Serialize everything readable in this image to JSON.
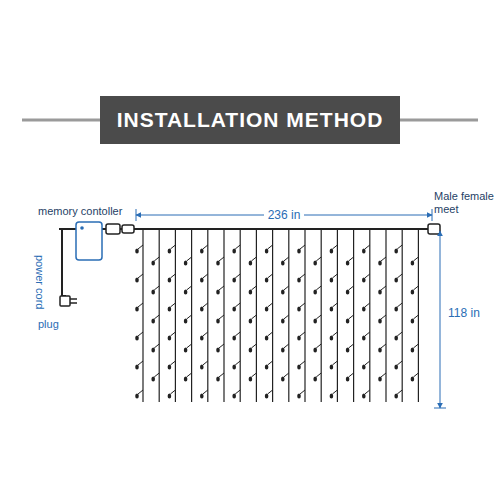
{
  "diagram": {
    "title": "INSTALLATION METHOD",
    "labels": [
      "memory contoller",
      "236 in",
      "Male female meet",
      "power cord",
      "plug",
      "118 in"
    ]
  }
}
